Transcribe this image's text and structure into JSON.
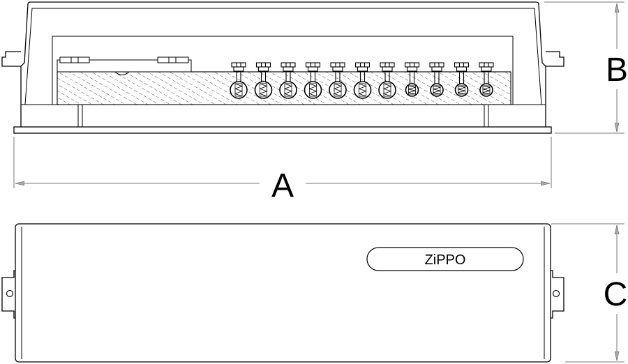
{
  "labels": {
    "a": "A",
    "b": "B",
    "c": "C"
  },
  "logo": {
    "text": "ZiPPO"
  },
  "screws": {
    "large_count": 7,
    "small_count": 4
  }
}
